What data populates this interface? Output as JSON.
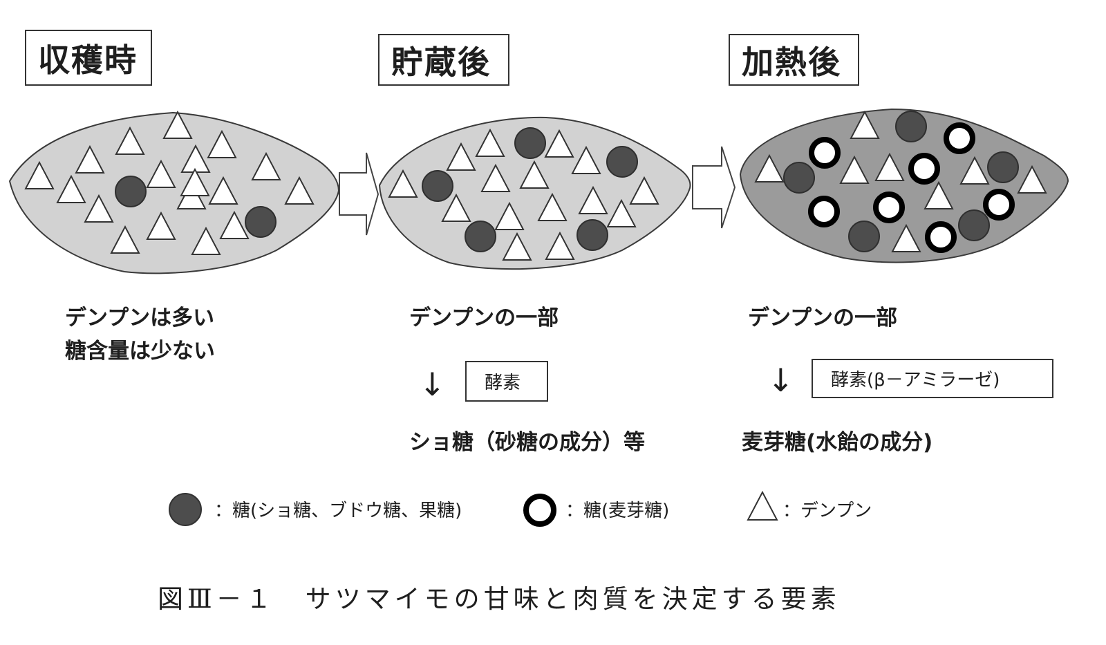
{
  "stages": [
    {
      "label": "収穫時",
      "starch_count": 18,
      "sugar_count": 2,
      "maltose_count": 0
    },
    {
      "label": "貯蔵後",
      "starch_count": 18,
      "sugar_count": 6,
      "maltose_count": 0
    },
    {
      "label": "加熱後",
      "starch_count": 8,
      "sugar_count": 6,
      "maltose_count": 7
    }
  ],
  "colors": {
    "potato_light": "#d2d2d2",
    "potato_dark": "#9b9b9b",
    "sugar": "#4d4d4d",
    "outline": "#3a3a3a"
  },
  "notes": {
    "harvest_line1": "デンプンは多い",
    "harvest_line2": "糖含量は少ない",
    "stored_line1": "デンプンの一部",
    "stored_enzyme": "酵素",
    "stored_result": "ショ糖（砂糖の成分）等",
    "heated_line1": "デンプンの一部",
    "heated_enzyme": "酵素(β－アミラーゼ)",
    "heated_result": "麦芽糖(水飴の成分)",
    "down_arrow": "↓"
  },
  "legend": {
    "sugar": "：糖(ショ糖、ブドウ糖、果糖)",
    "maltose": "：糖(麦芽糖)",
    "starch": "：デンプン"
  },
  "caption": "図Ⅲ－１　サツマイモの甘味と肉質を決定する要素"
}
